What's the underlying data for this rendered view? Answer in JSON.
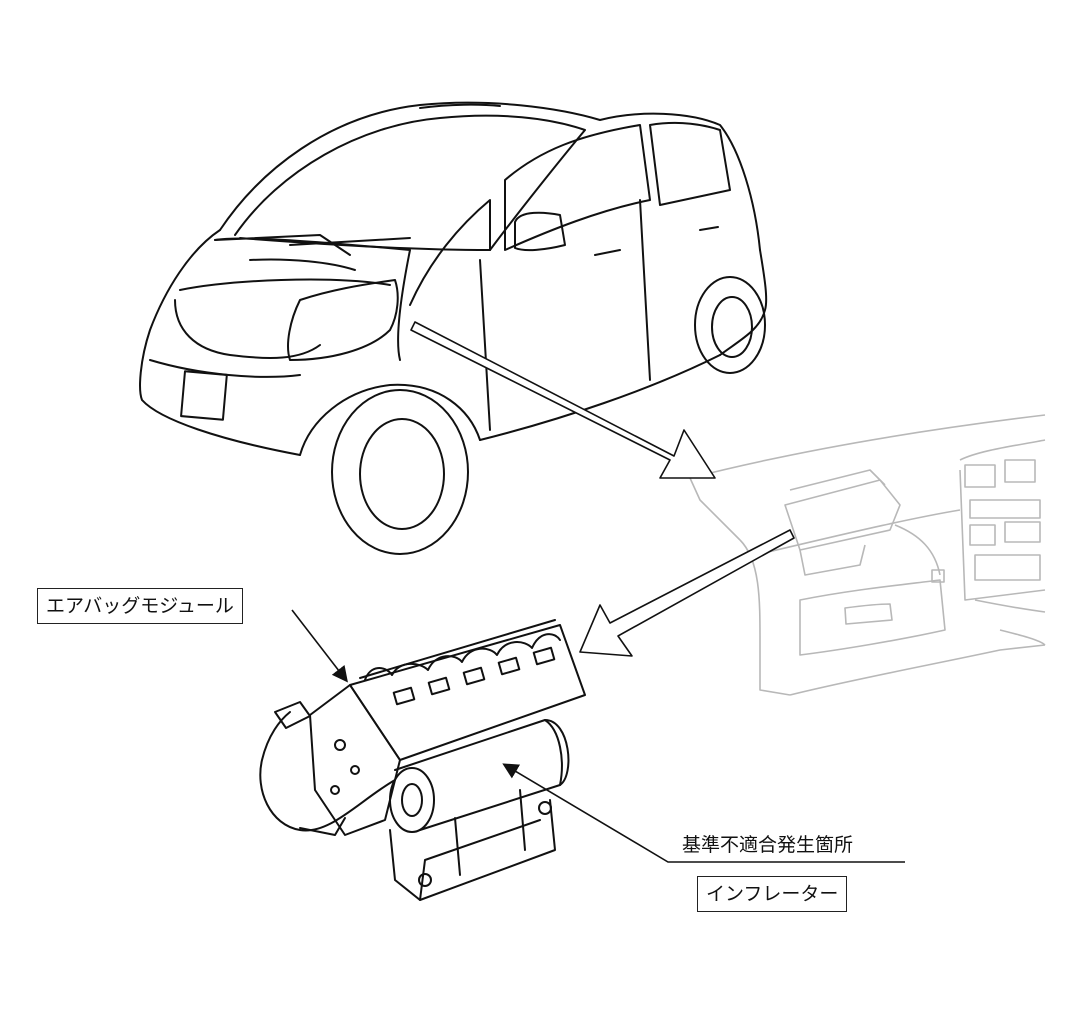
{
  "labels": {
    "airbag_module": "エアバッグモジュール",
    "nonconformity_location": "基準不適合発生箇所",
    "inflator": "インフレーター"
  },
  "colors": {
    "line": "#111111",
    "dash_line": "#b8b8b8",
    "background": "#ffffff"
  }
}
